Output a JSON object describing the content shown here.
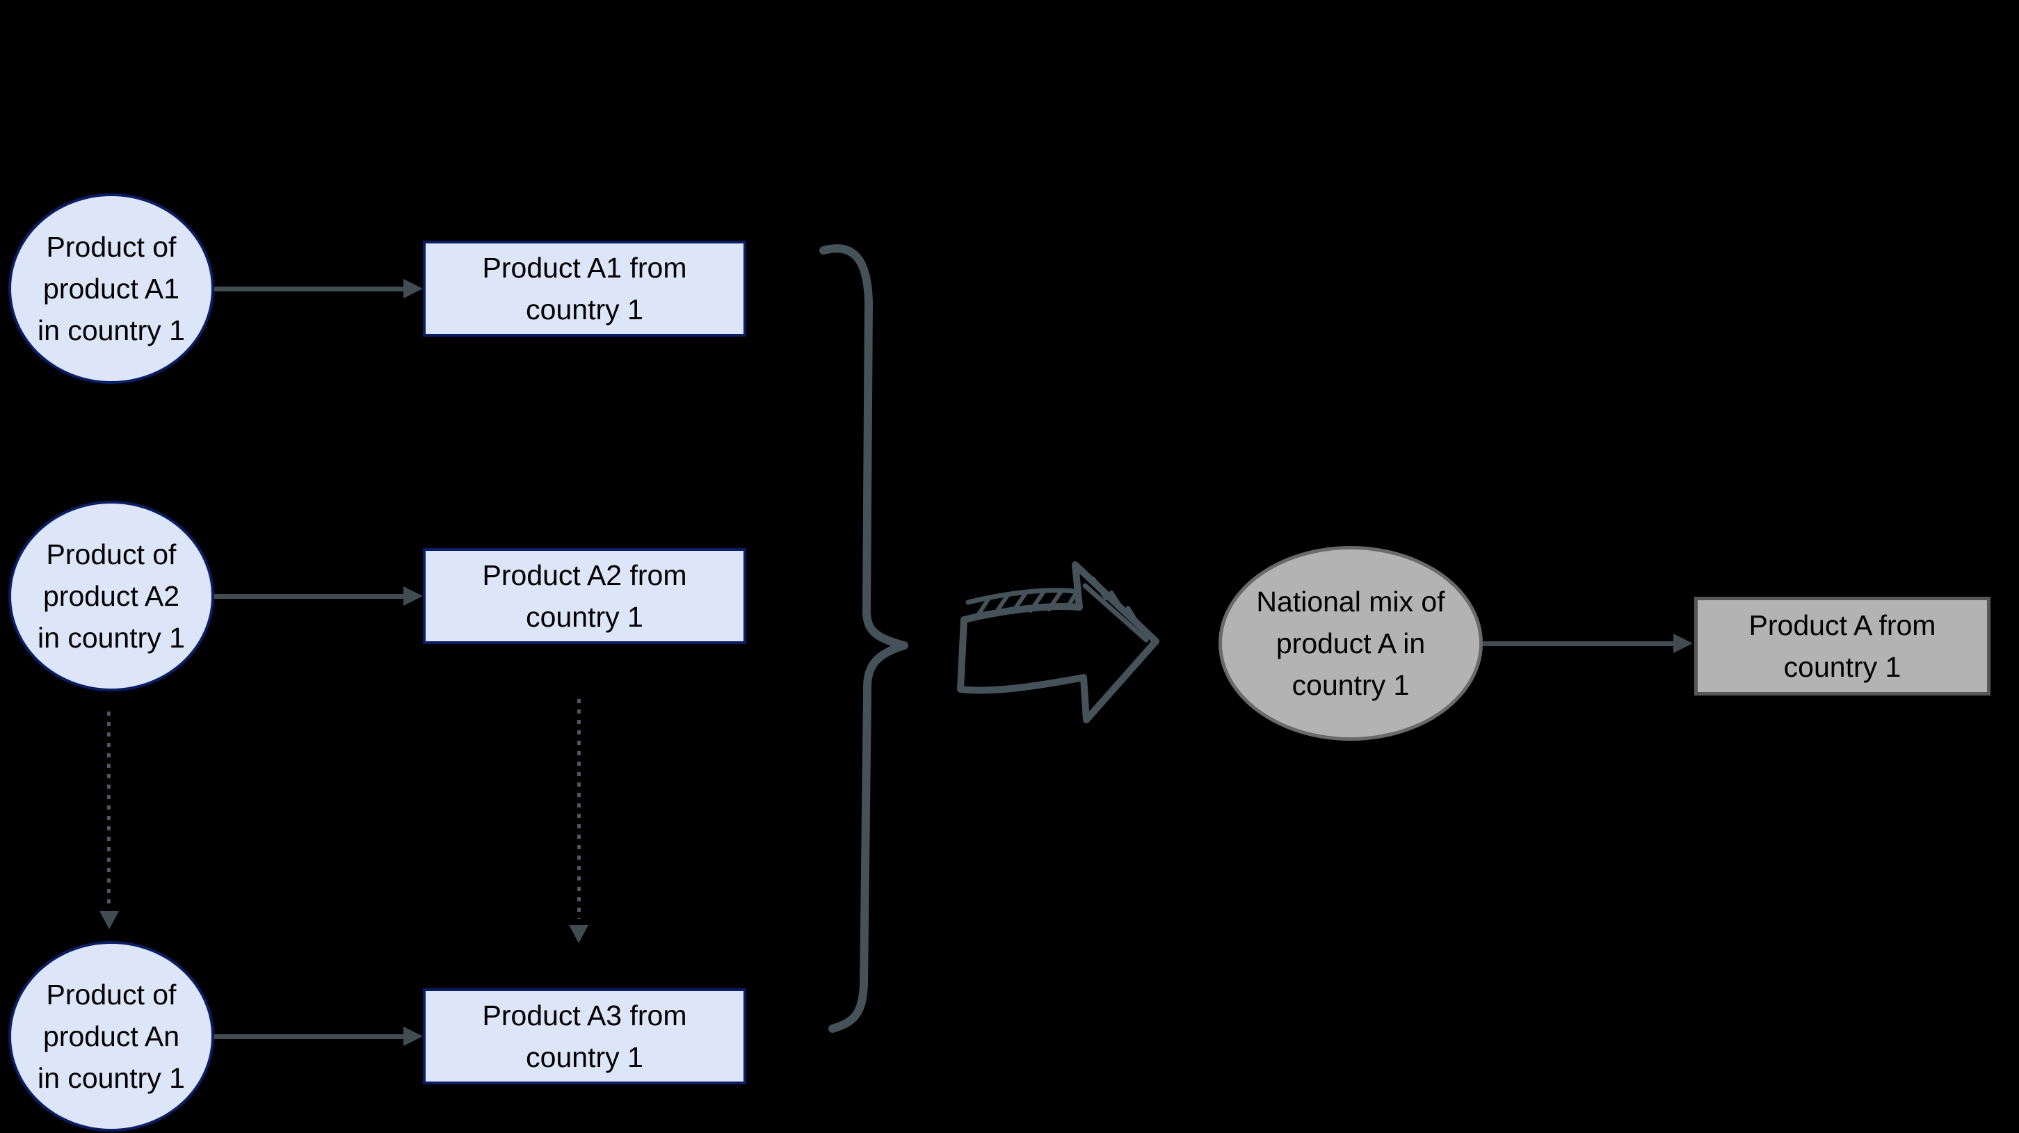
{
  "colors": {
    "bg": "#000000",
    "node_fill": "#dce6f8",
    "node_border": "#0b1d63",
    "gray_fill": "#b3b3b3",
    "gray_ellipse_border": "#6a6a6a",
    "gray_rect_border": "#575757",
    "connector": "#414b52",
    "dots": "#4e575e",
    "sketch": "#46525a",
    "text": "#000000"
  },
  "nodes": {
    "ellipse_a1": {
      "lines": [
        "Product of",
        "product A1",
        "in country 1"
      ]
    },
    "ellipse_a2": {
      "lines": [
        "Product of",
        "product A2",
        "in country 1"
      ]
    },
    "ellipse_an": {
      "lines": [
        "Product of",
        "product An",
        "in country 1"
      ]
    },
    "rect_a1": {
      "lines": [
        "Product A1 from",
        "country 1"
      ]
    },
    "rect_a2": {
      "lines": [
        "Product A2 from",
        "country 1"
      ]
    },
    "rect_a3": {
      "lines": [
        "Product A3 from",
        "country 1"
      ]
    },
    "ellipse_mix": {
      "lines": [
        "National mix of",
        "product A in",
        "country 1"
      ]
    },
    "rect_a": {
      "lines": [
        "Product A from",
        "country 1"
      ]
    }
  }
}
